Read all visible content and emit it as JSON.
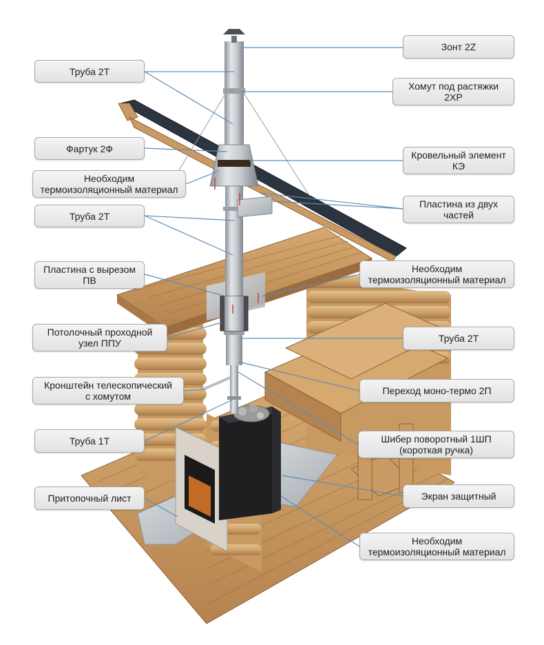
{
  "labels": {
    "zont": "Зонт 2Z",
    "truba_top": "Труба 2Т",
    "homut": "Хомут под растяжки\n2ХР",
    "fartuk": "Фартук 2Ф",
    "krovel": "Кровельный элемент\nКЭ",
    "insul_1": "Необходим\nтермоизоляционный материал",
    "truba_mid": "Труба 2Т",
    "plastina_dve": "Пластина из двух\nчастей",
    "plastina_pv": "Пластина с вырезом\nПВ",
    "insul_2": "Необходим\nтермоизоляционный материал",
    "ppu": "Потолочный проходной\nузел ППУ",
    "truba_right": "Труба 2Т",
    "kronshtein": "Кронштейн телескопический\nс хомутом",
    "perehod": "Переход моно-термо 2П",
    "truba_1t": "Труба 1Т",
    "shiber": "Шибер поворотный 1ШП\n(короткая ручка)",
    "ekran": "Экран защитный",
    "pritop": "Притопочный лист",
    "insul_3": "Необходим\nтермоизоляционный материал"
  },
  "colors": {
    "wood": "#c99a63",
    "wood_dark": "#a8784a",
    "roof": "#2c3440",
    "steel": "#b9bec4",
    "stove": "#1f1f22",
    "leader": "#5b8db8",
    "label_border": "#a9a9a9"
  }
}
